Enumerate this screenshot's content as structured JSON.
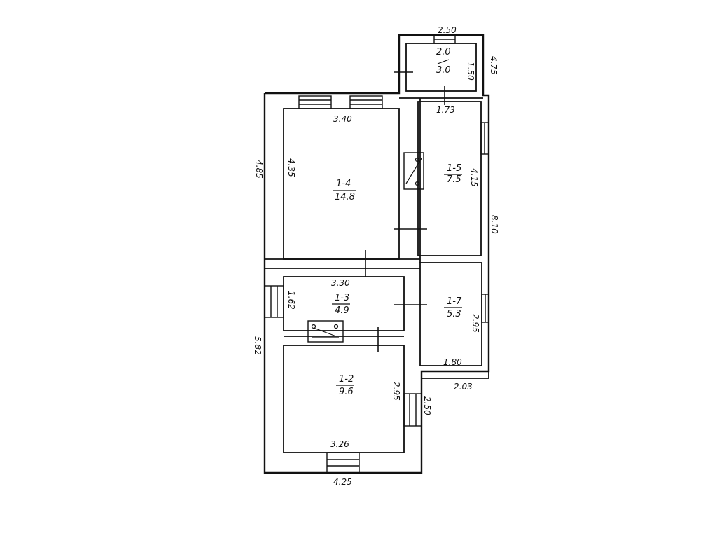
{
  "rooms": [
    {
      "id": "2.0",
      "area": "3.0"
    },
    {
      "id": "1-4",
      "area": "14.8"
    },
    {
      "id": "1-5",
      "area": "7.5"
    },
    {
      "id": "1-3",
      "area": "4.9"
    },
    {
      "id": "1-7",
      "area": "5.3"
    },
    {
      "id": "1-2",
      "area": "9.6"
    }
  ],
  "dimensions": {
    "top_annex_width": "2.50",
    "annex_height_left": "1.50",
    "annex_height_right": "4.75",
    "annex_bottom": "1.73",
    "room14_width": "3.40",
    "room14_height_outer": "4.85",
    "room14_height_inner": "4.35",
    "room15_height": "4.15",
    "right_total": "8.10",
    "room13_width": "3.30",
    "room13_height": "1.62",
    "left_lower": "5.82",
    "room17_height": "2.95",
    "room17_width": "1.80",
    "right_bottom": "2.03",
    "room12_height": "2.95",
    "window_side": "2.50",
    "room12_width": "3.26",
    "bottom_total": "4.25"
  }
}
